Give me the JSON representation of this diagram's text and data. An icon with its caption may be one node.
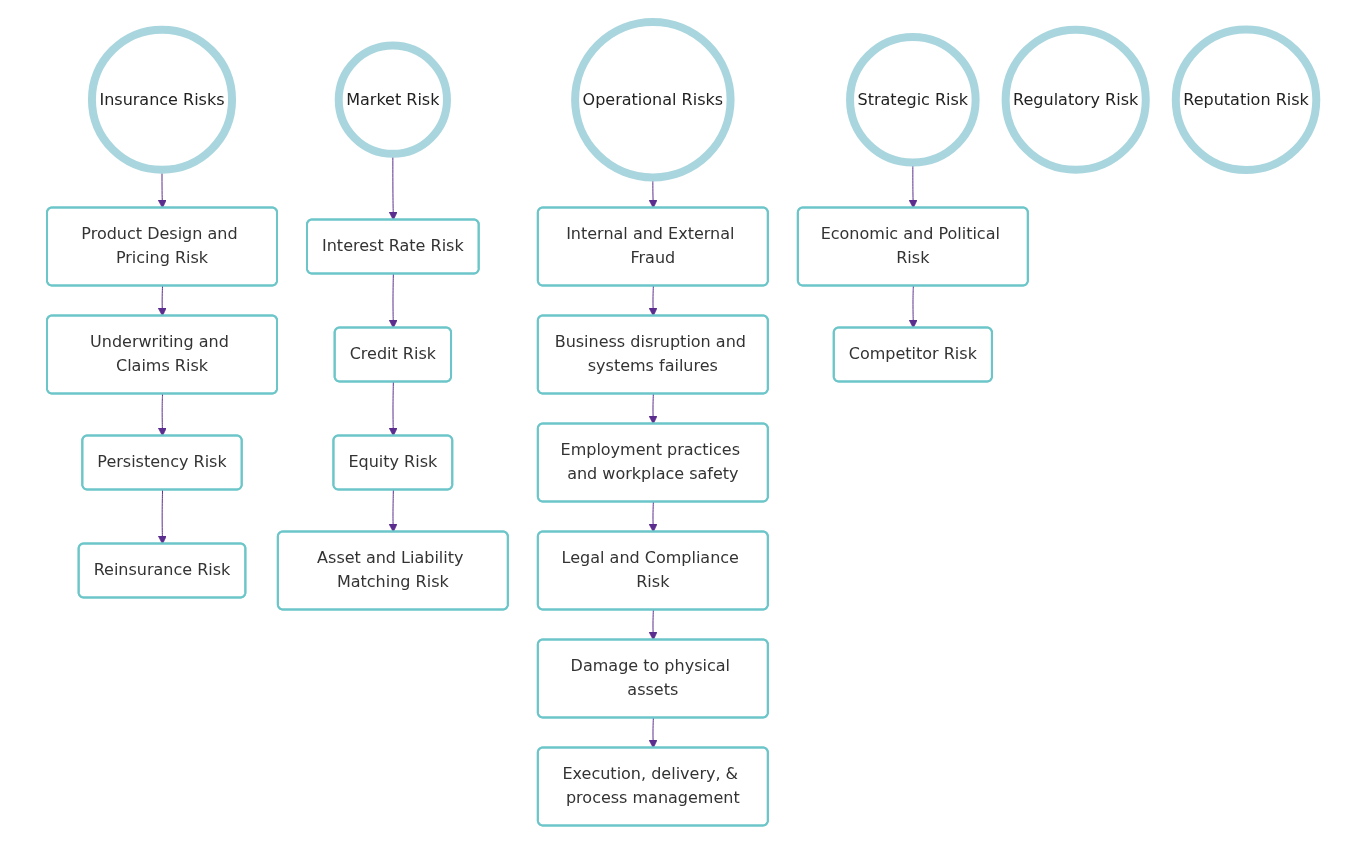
{
  "diagram": {
    "nodes": [
      {
        "text": [
          "Insurance Risks"
        ]
      },
      {
        "text": [
          "Market Risk"
        ]
      },
      {
        "text": [
          "Operational Risks"
        ]
      },
      {
        "text": [
          "Strategic Risk"
        ]
      },
      {
        "text": [
          "Regulatory Risk"
        ]
      },
      {
        "text": [
          "Reputation Risk"
        ]
      },
      {
        "text": [
          "Product Design and Pricing Risk"
        ]
      },
      {
        "text": [
          "Underwriting and Claims Risk"
        ]
      },
      {
        "text": [
          "Persistency Risk"
        ]
      },
      {
        "text": [
          "Reinsurance Risk"
        ]
      },
      {
        "text": [
          "Interest Rate Risk"
        ]
      },
      {
        "text": [
          "Credit Risk"
        ]
      },
      {
        "text": [
          "Equity Risk"
        ]
      },
      {
        "text": [
          "Asset and Liability Matching Risk"
        ]
      },
      {
        "text": [
          "Internal and External Fraud"
        ]
      },
      {
        "text": [
          "Business disruption and systems failures"
        ]
      },
      {
        "text": [
          "Employment practices and workplace safety"
        ]
      },
      {
        "text": [
          "Legal and Compliance Risk"
        ]
      },
      {
        "text": [
          "Damage to physical assets"
        ]
      },
      {
        "text": [
          "Execution, delivery, & process management"
        ]
      },
      {
        "text": [
          "Economic and Political Risk"
        ]
      },
      {
        "text": [
          "Competitor Risk"
        ]
      }
    ],
    "edges": [
      {
        "from": 0,
        "to": 6,
        "arrow": "to"
      },
      {
        "from": 6,
        "to": 7,
        "arrow": "to"
      },
      {
        "from": 7,
        "to": 8,
        "arrow": "to"
      },
      {
        "from": 8,
        "to": 9,
        "arrow": "to"
      },
      {
        "from": 1,
        "to": 10,
        "arrow": "to"
      },
      {
        "from": 10,
        "to": 11,
        "arrow": "to"
      },
      {
        "from": 11,
        "to": 12,
        "arrow": "to"
      },
      {
        "from": 12,
        "to": 13,
        "arrow": "to"
      },
      {
        "from": 2,
        "to": 14,
        "arrow": "to"
      },
      {
        "from": 14,
        "to": 15,
        "arrow": "to"
      },
      {
        "from": 15,
        "to": 16,
        "arrow": "to"
      },
      {
        "from": 16,
        "to": 17,
        "arrow": "to"
      },
      {
        "from": 17,
        "to": 18,
        "arrow": "to"
      },
      {
        "from": 18,
        "to": 19,
        "arrow": "to"
      },
      {
        "from": 3,
        "to": 20,
        "arrow": "to"
      },
      {
        "from": 20,
        "to": 21,
        "arrow": "to"
      }
    ]
  }
}
